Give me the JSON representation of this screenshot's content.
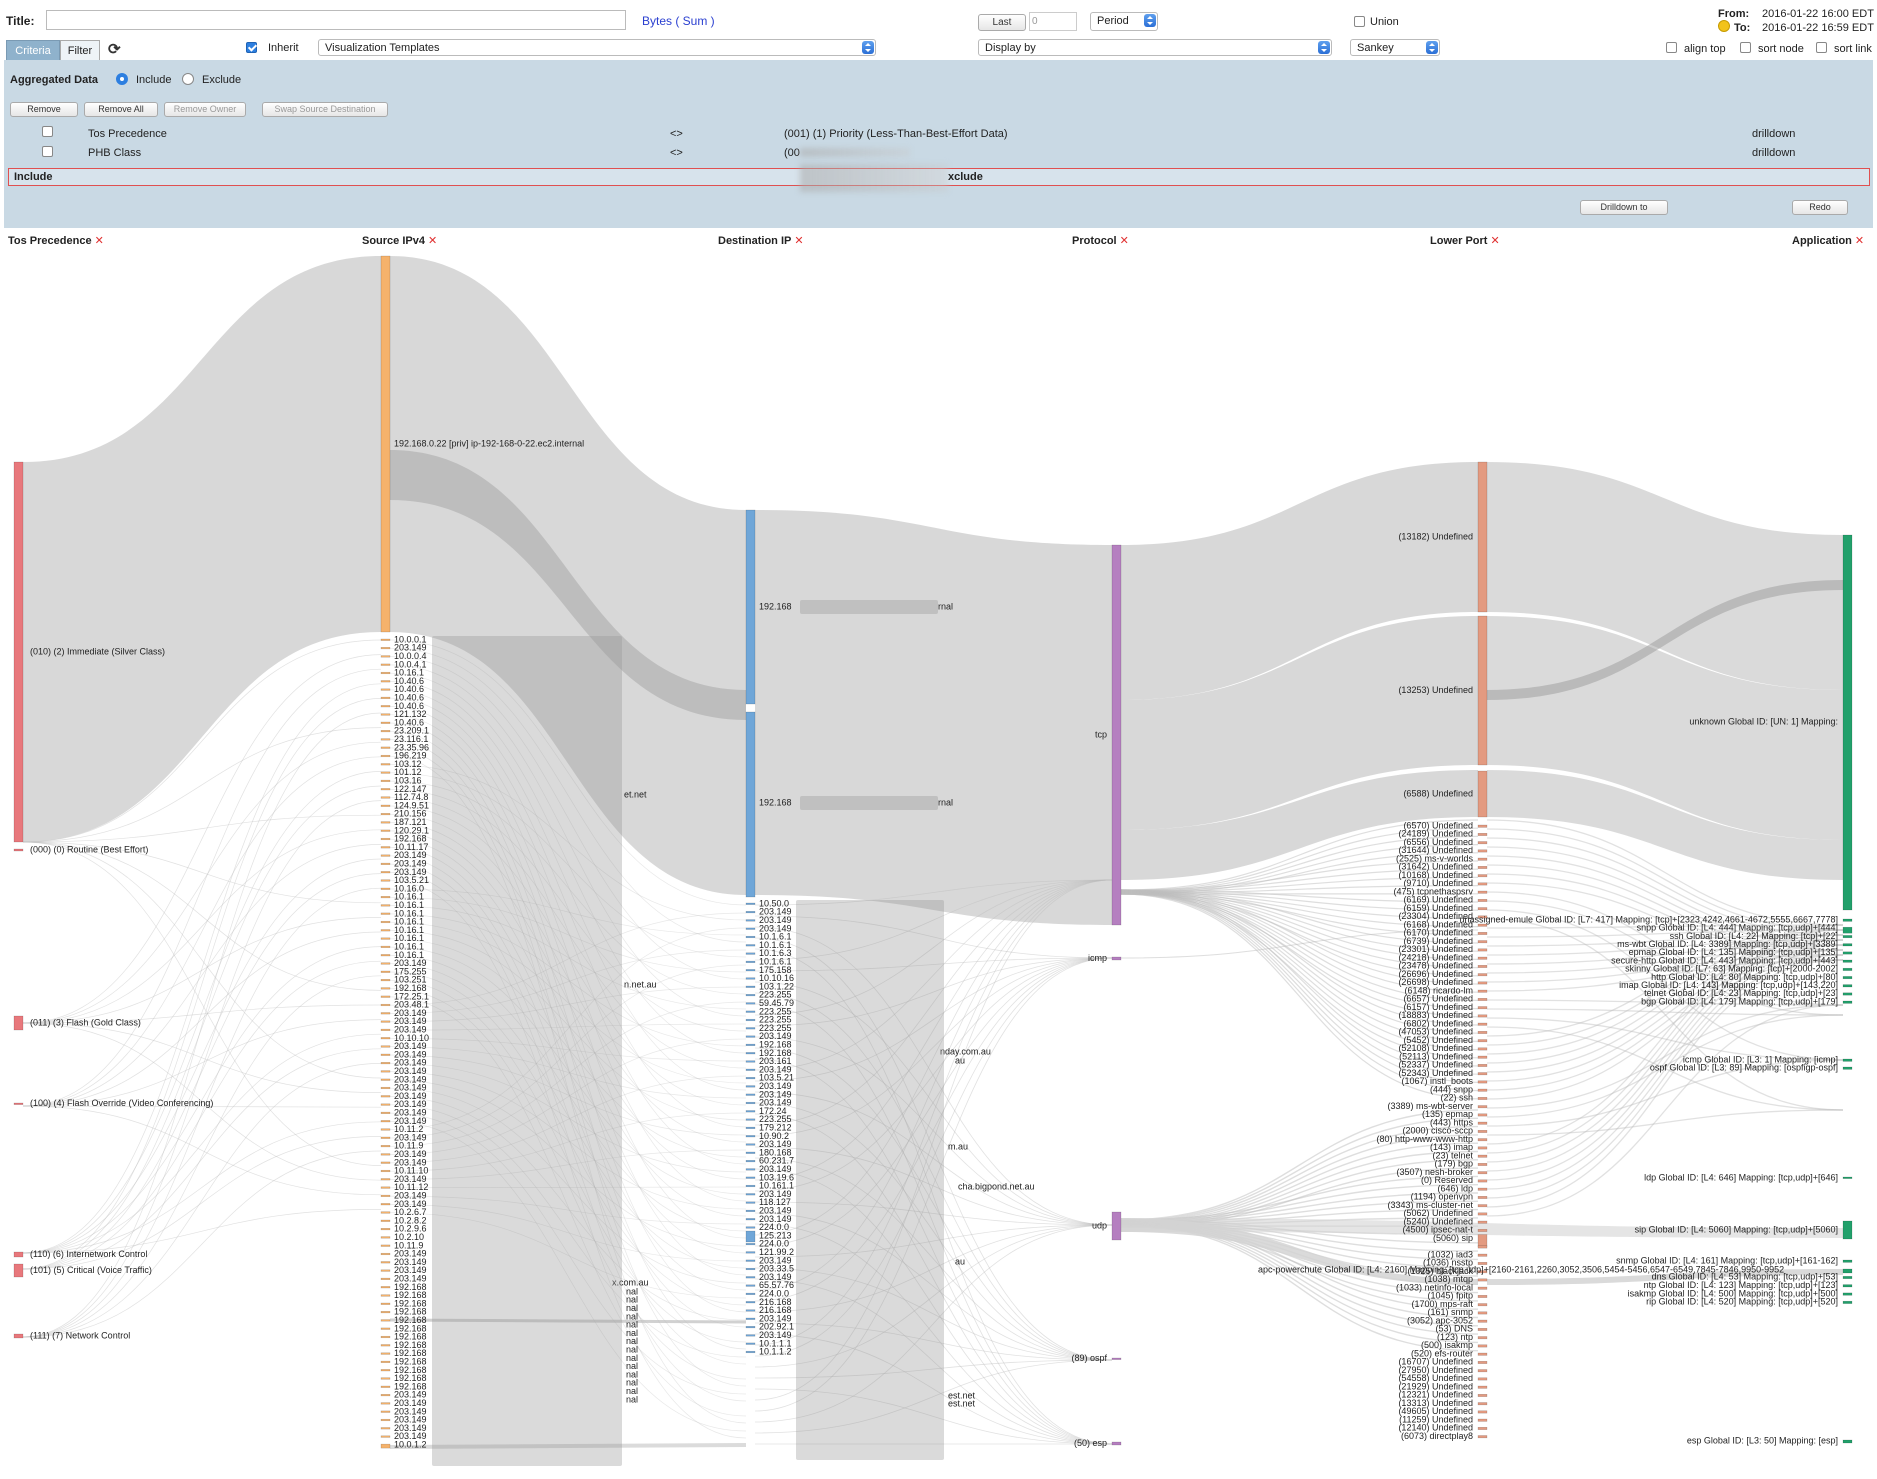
{
  "header": {
    "title_label": "Title:",
    "title_value": "",
    "metric_link": "Bytes ( Sum )",
    "last_button": "Last",
    "last_value": "0",
    "period_select": "Period",
    "union_label": "Union",
    "from_label": "From:",
    "from_value": "2016-01-22 16:00 EDT",
    "to_label": "To:",
    "to_value": "2016-01-22 16:59 EDT"
  },
  "toolbar": {
    "tab_criteria": "Criteria",
    "tab_filter": "Filter",
    "inherit_label": "Inherit",
    "templates_select": "Visualization Templates",
    "display_by_select": "Display by",
    "chart_type_select": "Sankey",
    "align_top_label": "align top",
    "sort_node_label": "sort node",
    "sort_link_label": "sort link"
  },
  "criteria": {
    "aggregated_label": "Aggregated Data",
    "include_label": "Include",
    "exclude_label": "Exclude",
    "remove_button": "Remove",
    "remove_all_button": "Remove All",
    "remove_owner_button": "Remove Owner",
    "swap_button": "Swap Source Destination",
    "rows": [
      {
        "field": "Tos Precedence",
        "op": "<>",
        "value": "(001) (1) Priority (Less-Than-Best-Effort Data)",
        "action": "drilldown"
      },
      {
        "field": "PHB Class",
        "op": "<>",
        "value": "(00",
        "action": "drilldown"
      }
    ],
    "include_header": "Include",
    "exclude_header": "xclude",
    "drilldown_button": "Drilldown to",
    "redo_button": "Redo"
  },
  "columns": [
    "Tos Precedence",
    "Source IPv4",
    "Destination IP",
    "Protocol",
    "Lower Port",
    "Application"
  ],
  "tos_nodes": [
    "(010) (2) Immediate (Silver Class)",
    "(000) (0) Routine (Best Effort)",
    "(011) (3) Flash (Gold Class)",
    "(100) (4) Flash Override (Video Conferencing)",
    "(110) (6) Internetwork Control",
    "(101) (5) Critical (Voice Traffic)",
    "(111) (7) Network Control"
  ],
  "source_nodes": {
    "main": "192.168.0.22 [priv] ip-192-168-0-22.ec2.internal",
    "list": [
      "10.0.0.1",
      "203.149",
      "10.0.0.4",
      "10.0.4.1",
      "10.16.1",
      "10.40.6",
      "10.40.6",
      "10.40.6",
      "10.40.6",
      "121.132",
      "10.40.6",
      "23.209.1",
      "23.116.1",
      "23.35.96",
      "196.219",
      "103.12",
      "101.12",
      "103.16",
      "122.147",
      "112.74.8",
      "124.9.51",
      "210.156",
      "187.121",
      "120.29.1",
      "192.168",
      "10.11.17",
      "203.149",
      "203.149",
      "203.149",
      "103.5.21",
      "10.16.0",
      "10.16.1",
      "10.16.1",
      "10.16.1",
      "10.16.1",
      "10.16.1",
      "10.16.1",
      "10.16.1",
      "10.16.1",
      "203.149",
      "175.255",
      "103.251",
      "192.168",
      "172.25.1",
      "203.48.1",
      "203.149",
      "203.149",
      "203.149",
      "10.10.10",
      "203.149",
      "203.149",
      "203.149",
      "203.149",
      "203.149",
      "203.149",
      "203.149",
      "203.149",
      "203.149",
      "203.149",
      "10.11.2",
      "203.149",
      "10.11.9",
      "203.149",
      "203.149",
      "10.11.10",
      "203.149",
      "10.11.12",
      "203.149",
      "203.149",
      "10.2.6.7",
      "10.2.8.2",
      "10.2.9.6",
      "10.2.10",
      "10.11.9",
      "203.149",
      "203.149",
      "203.149",
      "203.149",
      "192.168",
      "192.168",
      "192.168",
      "192.168",
      "192.168",
      "192.168",
      "192.168",
      "192.168",
      "192.168",
      "192.168",
      "192.168",
      "192.168",
      "192.168",
      "203.149",
      "203.149",
      "203.149",
      "203.149",
      "203.149",
      "203.149",
      "10.0.1.2"
    ],
    "frag_1": "et.net",
    "frag_2": "n.net.au",
    "frag_3": "x.com.au",
    "frag_nal": "nal"
  },
  "dest_nodes": {
    "top_a": "192.168",
    "top_a_tail": "rnal",
    "top_b": "192.168",
    "top_b_tail": "rnal",
    "list": [
      "10.50.0",
      "203.149",
      "203.149",
      "203.149",
      "10.1.6.1",
      "10.1.6.1",
      "10.1.6.3",
      "10.1.6.1",
      "175.158",
      "10.10.16",
      "103.1.22",
      "223.255",
      "59.45.79",
      "223.255",
      "223.255",
      "223.255",
      "203.149",
      "192.168",
      "192.168",
      "203.161",
      "203.149",
      "103.5.21",
      "203.149",
      "203.149",
      "203.149",
      "172.24",
      "223.255",
      "179.212",
      "10.90.2",
      "203.149",
      "180.168",
      "60.231.7",
      "203.149",
      "103.19.6",
      "10.161.1",
      "203.149",
      "118.127",
      "203.149",
      "203.149",
      "224.0.0",
      "125.213",
      "224.0.0",
      "121.99.2",
      "203.149",
      "203.33.5",
      "203.149",
      "65.57.76",
      "224.0.0",
      "216.168",
      "216.168",
      "203.149",
      "202.92.1",
      "203.149",
      "10.1.1.1",
      "10.1.1.2"
    ],
    "frag_1": "nday.com.au",
    "frag_2": "au",
    "frag_3": "m.au",
    "frag_4": "cha.bigpond.net.au",
    "frag_5": "au",
    "frag_6": "est.net",
    "frag_7": "est.net"
  },
  "protocol_nodes": [
    "tcp",
    "icmp",
    "udp",
    "(89) ospf",
    "(50) esp"
  ],
  "port_nodes": {
    "big": [
      "(13182) Undefined",
      "(13253) Undefined",
      "(6588) Undefined"
    ],
    "list": [
      "(6570) Undefined",
      "(24189) Undefined",
      "(6556) Undefined",
      "(31644) Undefined",
      "(2525) ms-v-worlds",
      "(31642) Undefined",
      "(10168) Undefined",
      "(9710) Undefined",
      "(475) tcpnethaspsrv",
      "(6169) Undefined",
      "(6159) Undefined",
      "(23304) Undefined",
      "(6168) Undefined",
      "(6170) Undefined",
      "(6739) Undefined",
      "(23301) Undefined",
      "(24218) Undefined",
      "(23478) Undefined",
      "(26696) Undefined",
      "(26698) Undefined",
      "(6148) ricardo-lm",
      "(6657) Undefined",
      "(6157) Undefined",
      "(18883) Undefined",
      "(6802) Undefined",
      "(47053) Undefined",
      "(5452) Undefined",
      "(52108) Undefined",
      "(52113) Undefined",
      "(52337) Undefined",
      "(52343) Undefined",
      "(1067) instl_boots",
      "(444) snpp",
      "(22) ssh",
      "(3389) ms-wbt-server",
      "(135) epmap",
      "(443) https",
      "(2000) cisco-sccp",
      "(80) http-www-www-http",
      "(143) imap",
      "(23) telnet",
      "(179) bgp",
      "(3507) nesh-broker",
      "(0) Reserved",
      "(646) ldp",
      "(1194) openvpn",
      "(3343) ms-cluster-net",
      "(5062) Undefined",
      "(5240) Undefined",
      "(4500) ipsec-nat-t",
      "(5060) sip",
      "",
      "(1032) iad3",
      "(1036) nsstp",
      "(1025) blackjack",
      "(1038) mtqp",
      "(1033) netinfo-local",
      "(1045) fpitp",
      "(1700) mps-raft",
      "(161) snmp",
      "(3052) apc-3052",
      "(53) DNS",
      "(123) ntp",
      "(500) isakmp",
      "(520) efs-router",
      "(16707) Undefined",
      "(27950) Undefined",
      "(54558) Undefined",
      "(21929) Undefined",
      "(12321) Undefined",
      "(13313) Undefined",
      "(49605) Undefined",
      "(11259) Undefined",
      "(12140) Undefined",
      "(6073) directplay8"
    ]
  },
  "app_nodes": {
    "main": "unknown Global ID: [UN: 1] Mapping:",
    "list": [
      "unassigned-emule Global ID: [L7: 417] Mapping: [tcp]+[2323,4242,4661-4672,5555,6667,7778]",
      "snpp Global ID: [L4: 444] Mapping: [tcp,udp]+[444]",
      "ssh Global ID: [L4: 22] Mapping: [tcp]+[22]",
      "ms-wbt Global ID: [L4: 3389] Mapping: [tcp,udp]+[3389]",
      "epmap Global ID: [L4: 135] Mapping: [tcp,udp]+[135]",
      "secure-http Global ID: [L4: 443] Mapping: [tcp,udp]+[443]",
      "skinny Global ID: [L7: 63] Mapping: [tcp]+[2000-2002]",
      "http Global ID: [L4: 80] Mapping: [tcp,udp]+[80]",
      "imap Global ID: [L4: 143] Mapping: [tcp,udp]+[143,220]",
      "telnet Global ID: [L4: 23] Mapping: [tcp,udp]+[23]",
      "bgp Global ID: [L4: 179] Mapping: [tcp,udp]+[179]"
    ],
    "icmp": "icmp Global ID: [L3: 1] Mapping: [icmp]",
    "ospf": "ospf Global ID: [L3: 89] Mapping: [ospfigp-ospf]",
    "ldp": "ldp Global ID: [L4: 646] Mapping: [tcp,udp]+[646]",
    "sip": "sip Global ID: [L4: 5060] Mapping: [tcp,udp]+[5060]",
    "apc": "apc-powerchute Global ID: [L4: 2160] Mapping: [tcp,udp]+[2160-2161,2260,3052,3506,5454-5456,6547-6549,7845-7846,9950-9952",
    "udp_list": [
      "snmp Global ID: [L4: 161] Mapping: [tcp,udp]+[161-162]",
      "dns Global ID: [L4: 53] Mapping: [tcp,udp]+[53]",
      "ntp Global ID: [L4: 123] Mapping: [tcp,udp]+[123]",
      "isakmp Global ID: [L4: 500] Mapping: [tcp,udp]+[500]",
      "rip Global ID: [L4: 520] Mapping: [tcp,udp]+[520]"
    ],
    "esp": "esp Global ID: [L3: 50] Mapping: [esp]"
  },
  "colors": {
    "tos": "#e8787c",
    "source": "#f5b26b",
    "dest": "#6fa6d8",
    "protocol": "#b57fc0",
    "port": "#e39a80",
    "app": "#22a06b",
    "link": "#d4d4d4",
    "panel": "#c9d9e4"
  },
  "icons": {
    "refresh": "refresh-icon",
    "clock": "clock-icon",
    "remove": "close-icon"
  }
}
